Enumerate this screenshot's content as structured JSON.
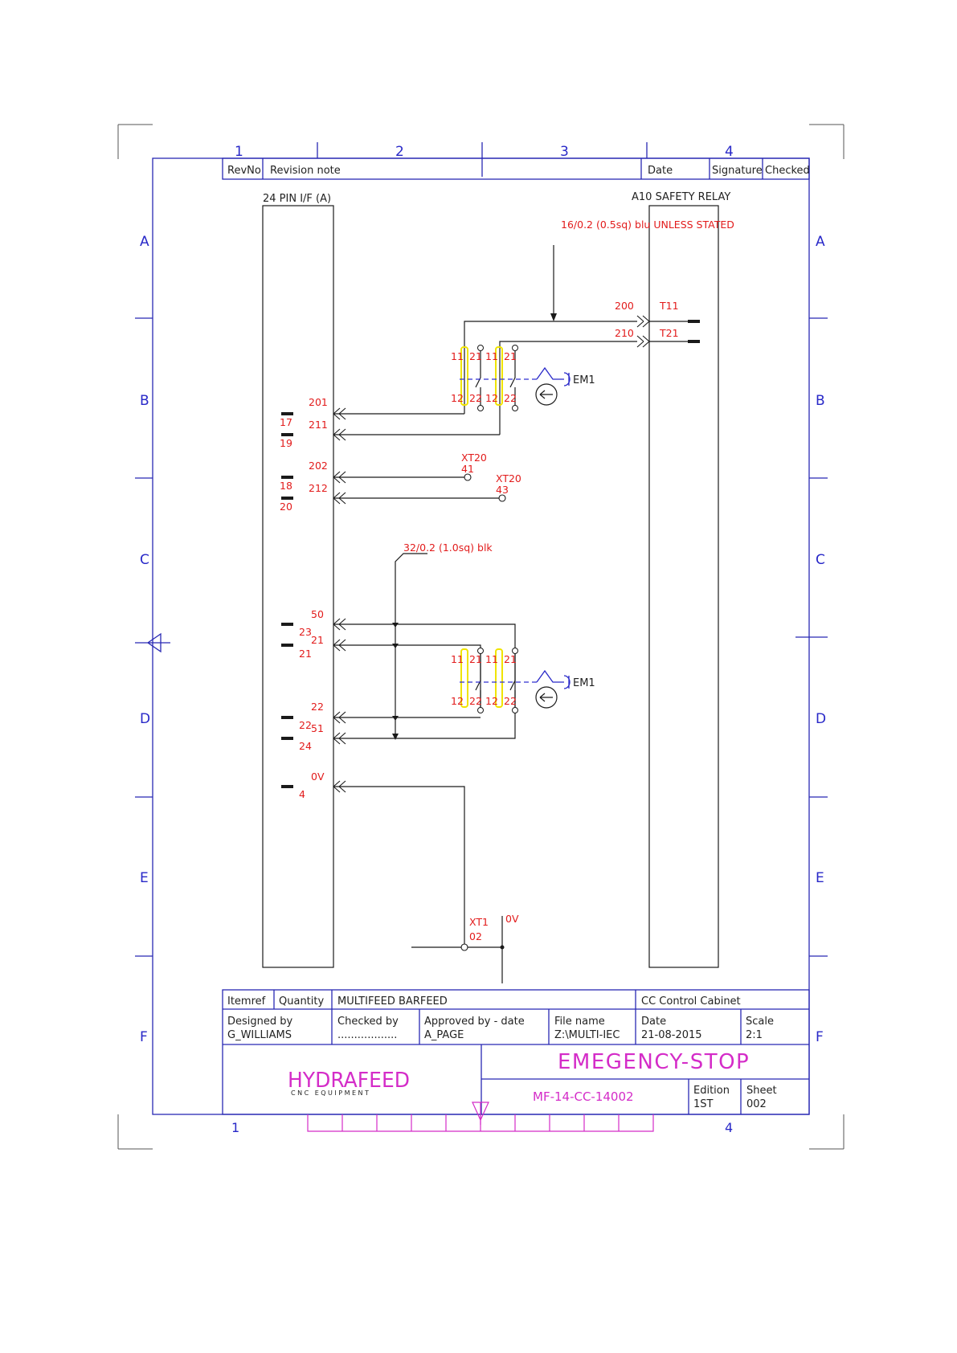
{
  "columns": [
    "1",
    "2",
    "3",
    "4"
  ],
  "rows": [
    "A",
    "B",
    "C",
    "D",
    "E",
    "F"
  ],
  "revision_header": {
    "revno": "RevNo",
    "note": "Revision note",
    "date": "Date",
    "signature": "Signature",
    "checked": "Checked"
  },
  "left_block": {
    "title": "24 PIN I/F (A)"
  },
  "right_block": {
    "title": "A10 SAFETY RELAY"
  },
  "wire_specs": {
    "top": "16/0.2 (0.5sq) blu UNLESS STATED",
    "mid": "32/0.2 (1.0sq) blk"
  },
  "relay_terminals": {
    "t11": "T11",
    "t21": "T21"
  },
  "wires": {
    "w200": "200",
    "w210": "210",
    "w201": "201",
    "w211": "211",
    "w202": "202",
    "w212": "212",
    "w50": "50",
    "w21": "21",
    "w22": "22",
    "w51": "51",
    "w0v": "0V"
  },
  "pins": {
    "p17": "17",
    "p19": "19",
    "p18": "18",
    "p20": "20",
    "p23": "23",
    "p21": "21",
    "p22": "22",
    "p24": "24",
    "p4": "4"
  },
  "xt": {
    "a_name": "XT20",
    "a_num": "41",
    "b_name": "XT20",
    "b_num": "43",
    "c_name": "XT1",
    "c_num": "02",
    "c_sig": "0V"
  },
  "contacts": {
    "n11": "11",
    "n21": "21",
    "n12": "12",
    "n22": "22",
    "em": "EM1"
  },
  "title_block": {
    "itemref": "Itemref",
    "quantity": "Quantity",
    "project": "MULTIFEED BARFEED",
    "cabinet": "CC Control Cabinet",
    "designed_label": "Designed by",
    "designed_value": "G_WILLIAMS",
    "checked_label": "Checked by",
    "checked_value": "..................",
    "approved_label": "Approved by - date",
    "approved_value": "A_PAGE",
    "file_label": "File name",
    "file_value": "Z:\\MULTI-IEC",
    "date_label": "Date",
    "date_value": "21-08-2015",
    "scale_label": "Scale",
    "scale_value": "2:1",
    "company": "HYDRAFEED",
    "company_sub": "CNC EQUIPMENT",
    "drawing_title": "EMEGENCY-STOP",
    "drawing_no": "MF-14-CC-14002",
    "edition_label": "Edition",
    "edition_value": "1ST",
    "sheet_label": "Sheet",
    "sheet_value": "002"
  },
  "colors": {
    "border": "#2828b4",
    "wire_label": "#e21b1b",
    "title_accent": "#d42cc8",
    "contact_marker": "#f0e400"
  }
}
